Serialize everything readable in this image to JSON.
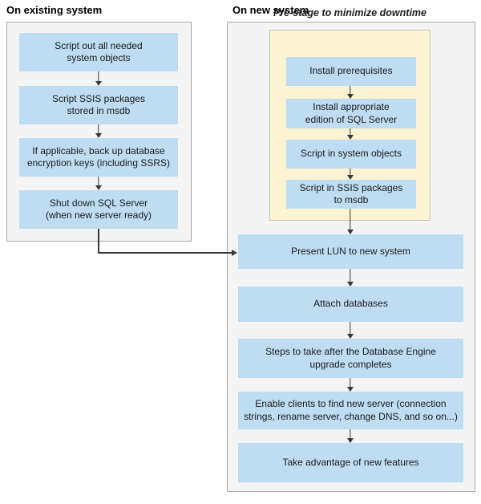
{
  "existing": {
    "header": "On existing system",
    "steps": [
      "Script out all needed\nsystem objects",
      "Script SSIS packages\nstored in msdb",
      "If applicable, back up database\nencryption keys (including SSRS)",
      "Shut down SQL Server\n(when new server ready)"
    ]
  },
  "new": {
    "header": "On new system",
    "prestage": {
      "title": "Pre-stage to minimize downtime",
      "steps": [
        "Install prerequisites",
        "Install appropriate\nedition of SQL Server",
        "Script in system objects",
        "Script in SSIS packages\nto msdb"
      ]
    },
    "steps": [
      "Present LUN to new system",
      "Attach databases",
      "Steps to take after the Database Engine\nupgrade completes",
      "Enable clients to find new server (connection\nstrings, rename server, change DNS, and so on...)",
      "Take advantage of new features"
    ]
  },
  "colors": {
    "step_box_blue": "#bedcf2",
    "panel_gray": "#f4f4f4",
    "panel_border_gray": "#a7a7a7",
    "prestage_yellow": "#fbf3d1",
    "arrow_dark": "#383838",
    "text_dark": "#1b1b1b"
  }
}
